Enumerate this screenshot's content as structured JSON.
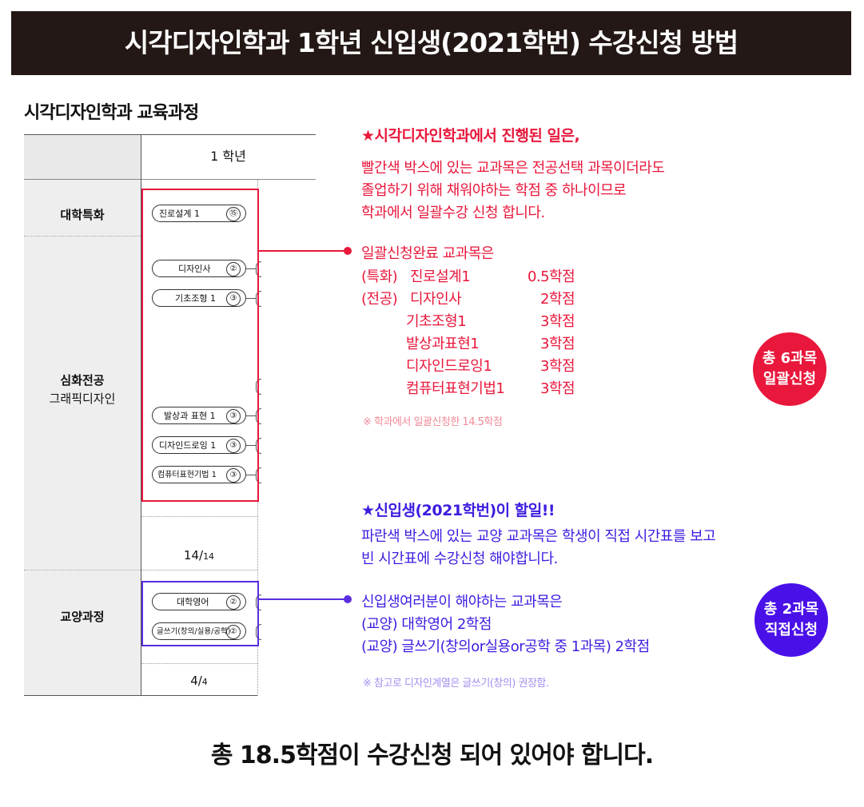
{
  "title": "시각디자인학과 1학년 신입생(2021학번) 수강신청 방법",
  "curriculum_heading": "시각디자인학과 교육과정",
  "table": {
    "year_header": "1 학년",
    "rows": {
      "special": "대학특화",
      "major_line1": "심화전공",
      "major_line2": "그래픽디자인",
      "liberal": "교양과정"
    },
    "courses": [
      {
        "name": "진로설계 1",
        "credit": "⑮"
      },
      {
        "name": "디자인사",
        "credit": "②"
      },
      {
        "name": "기초조형 1",
        "credit": "③"
      },
      {
        "name": "발상과 표현 1",
        "credit": "③"
      },
      {
        "name": "디자인드로잉 1",
        "credit": "③"
      },
      {
        "name": "컴퓨터표현기법 1",
        "credit": "③"
      },
      {
        "name": "대학영어",
        "credit": "②"
      },
      {
        "name": "글쓰기(창의/실용/공학)",
        "credit": "②"
      }
    ],
    "major_sum": {
      "main": "14/",
      "small": "14"
    },
    "liberal_sum": {
      "main": "4/",
      "small": "4"
    }
  },
  "red_section": {
    "heading": "★시각디자인학과에서 진행된 일은,",
    "lines": [
      "빨간색 박스에 있는 교과목은 전공선택 과목이더라도",
      "졸업하기 위해 채워야하는 학점 중 하나이므로",
      "학과에서 일괄수강 신청 합니다."
    ],
    "list_title": "일괄신청완료 교과목은",
    "items": [
      {
        "prefix": "(특화)",
        "name": "진로설계1",
        "credit": "0.5학점"
      },
      {
        "prefix": "(전공)",
        "name": "디자인사",
        "credit": "2학점"
      },
      {
        "prefix": "",
        "name": "기초조형1",
        "credit": "3학점"
      },
      {
        "prefix": "",
        "name": "발상과표현1",
        "credit": "3학점"
      },
      {
        "prefix": "",
        "name": "디자인드로잉1",
        "credit": "3학점"
      },
      {
        "prefix": "",
        "name": "컴퓨터표현기법1",
        "credit": "3학점"
      }
    ],
    "note": "※ 학과에서 일괄신청한 14.5학점",
    "badge": {
      "line1": "총 6과목",
      "line2": "일괄신청"
    }
  },
  "blue_section": {
    "heading": "★신입생(2021학번)이 할일!!",
    "lines": [
      "파란색 박스에 있는 교양 교과목은 학생이 직접 시간표를 보고",
      "빈 시간표에 수강신청 해야합니다."
    ],
    "list_title": "신입생여러분이 해야하는 교과목은",
    "items": [
      "(교양) 대학영어 2학점",
      "(교양) 글쓰기(창의or실용or공학 중 1과목)   2학점"
    ],
    "note": "※ 참고로 디자인계열은 글쓰기(창의) 권장함.",
    "badge": {
      "line1": "총 2과목",
      "line2": "직접신청"
    }
  },
  "bottom_text": "총 18.5학점이 수강신청 되어 있어야 합니다.",
  "colors": {
    "title_bg": "#231815",
    "red": "#e8173b",
    "blue": "#3b1de0",
    "badge_blue": "#4a10e8"
  }
}
